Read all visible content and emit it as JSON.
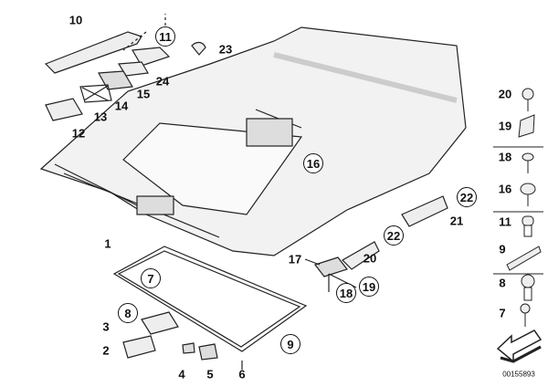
{
  "diagram": {
    "labels": [
      "10",
      "11",
      "23",
      "24",
      "15",
      "14",
      "13",
      "12",
      "16",
      "22",
      "21",
      "22",
      "20",
      "17",
      "18",
      "19",
      "1",
      "7",
      "8",
      "3",
      "2",
      "4",
      "5",
      "6",
      "9"
    ],
    "legend": [
      "20",
      "19",
      "18",
      "16",
      "11",
      "9",
      "8",
      "7"
    ],
    "drawing_code": "00155893"
  }
}
